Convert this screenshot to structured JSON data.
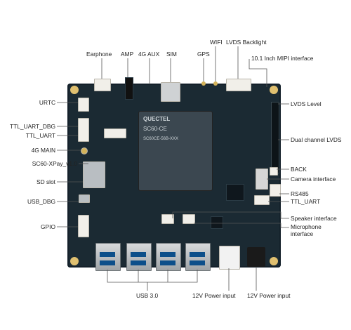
{
  "labels": {
    "earphone": "Earphone",
    "amp": "AMP",
    "aux4g": "4G AUX",
    "sim": "SIM",
    "gps": "GPS",
    "wifi": "WIFI",
    "lvds_backlight": "LVDS Backlight",
    "mipi": "10.1 Inch MIPI interface",
    "urtc": "URTC",
    "ttl_uart_dbg": "TTL_UART_DBG",
    "ttl_uart_left": "TTL_UART",
    "main4g": "4G MAIN",
    "version": "SC60-XPay_v1.0",
    "sd_slot": "SD slot",
    "usb_dbg": "USB_DBG",
    "gpio": "GPIO",
    "lvds_level": "LVDS Level",
    "dual_lvds": "Dual channel LVDS",
    "back": "BACK",
    "camera": "Camera interface",
    "rs485": "RS485",
    "ttl_uart_right": "TTL_UART",
    "speaker": "Speaker interface",
    "microphone": "Microphone",
    "interface": "interface",
    "usb30": "USB 3.0",
    "power1": "12V Power input",
    "power2": "12V Power input"
  },
  "module": {
    "brand": "QUECTEL",
    "model": "SC60-CE",
    "code": "SC60CE-56B-XXX"
  }
}
